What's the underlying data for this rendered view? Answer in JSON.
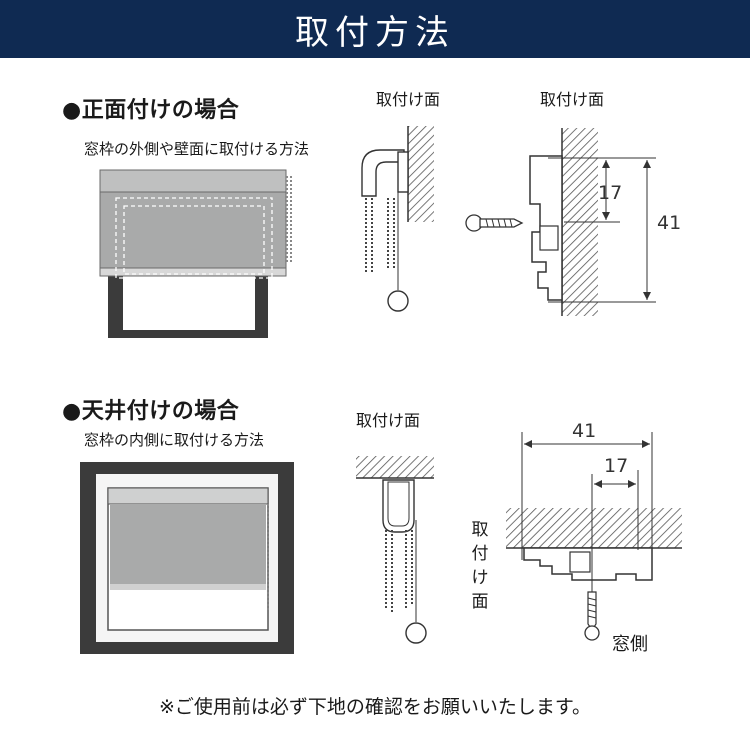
{
  "header": {
    "title": "取付方法"
  },
  "front_mount": {
    "title": "●正面付けの場合",
    "subtitle": "窓枠の外側や壁面に取付ける方法",
    "side_label": "取付け面",
    "bracket_label": "取付け面",
    "dim_small": "17",
    "dim_large": "41"
  },
  "ceiling_mount": {
    "title": "●天井付けの場合",
    "subtitle": "窓枠の内側に取付ける方法",
    "side_label": "取付け面",
    "bracket_vertical_label": "取付け面",
    "window_side_label": "窓側",
    "dim_small": "17",
    "dim_large": "41"
  },
  "footer": {
    "note": "※ご使用前は必ず下地の確認をお願いいたします。"
  },
  "colors": {
    "header_bg": "#0f2a52",
    "header_text": "#ffffff",
    "blind_gray": "#a9aaaa",
    "frame_dark": "#3a3a3a"
  }
}
